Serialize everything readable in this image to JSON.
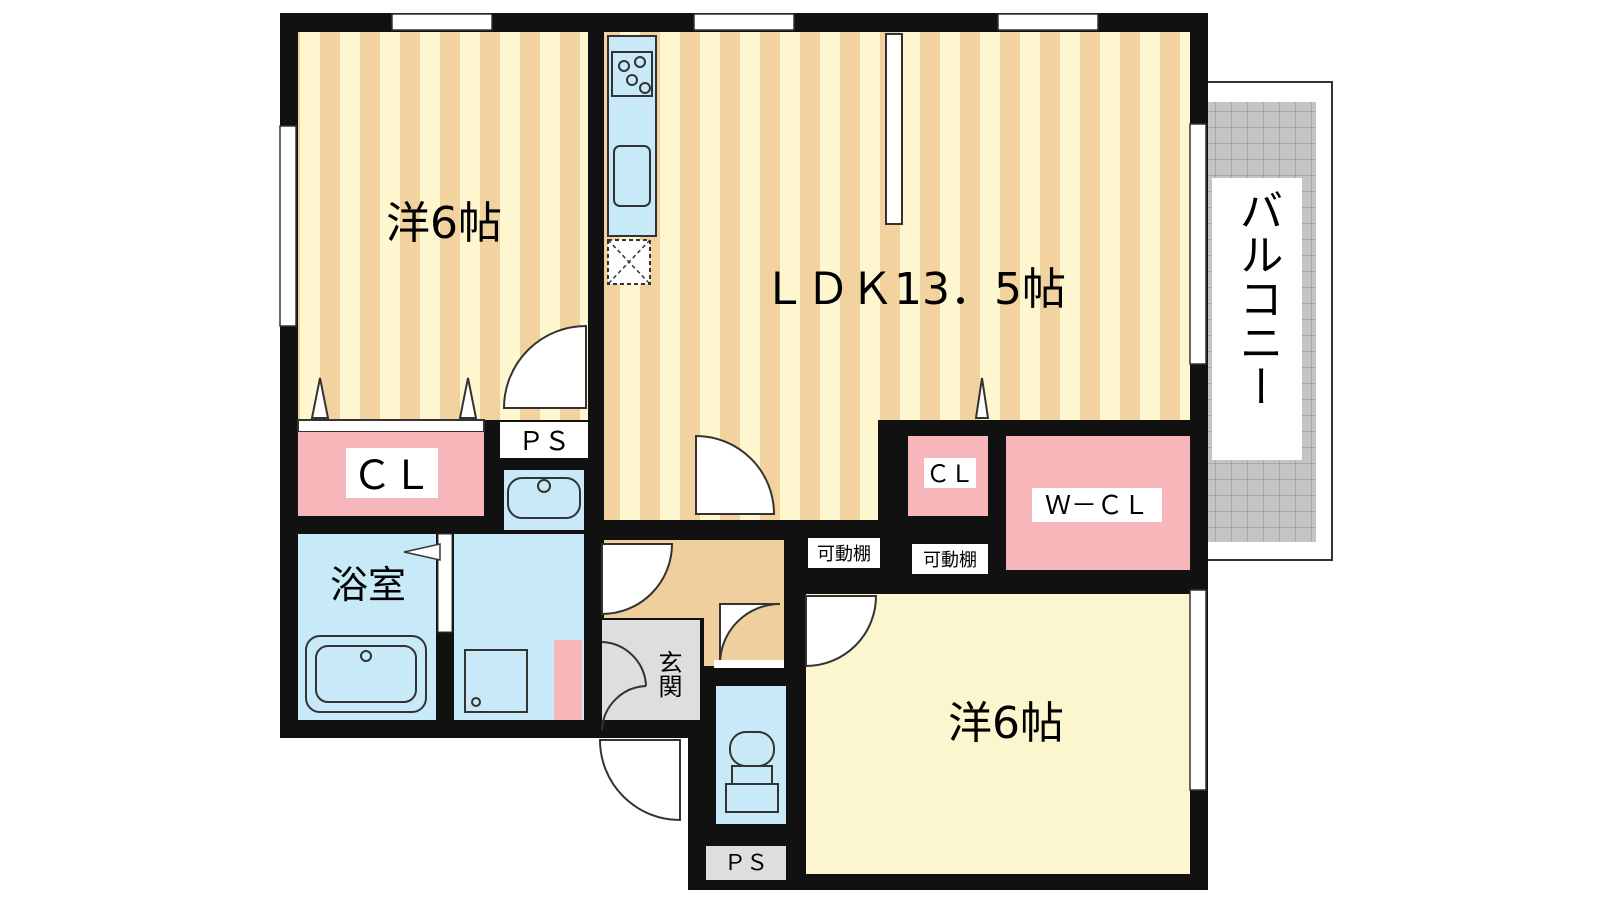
{
  "rooms": {
    "western_room_1": "洋6帖",
    "western_room_2": "洋6帖",
    "ldk": "ＬＤＫ13．5帖",
    "closet_1": "ＣＬ",
    "closet_2": "ＣＬ",
    "walk_in_closet": "Ｗ－ＣＬ",
    "bathroom": "浴室",
    "entrance": "玄関",
    "pipe_space_1": "ＰＳ",
    "pipe_space_2": "ＰＳ",
    "movable_shelf_1": "可動棚",
    "movable_shelf_2": "可動棚",
    "balcony": "バルコニー"
  },
  "colors": {
    "wall": "#111111",
    "wood_stripe": "#f2d3a0",
    "light_stripe": "#fdf6cf",
    "closet": "#f7b6b9",
    "water_area": "#c8eaf8",
    "hall": "#f0cf9f",
    "entrance_floor": "#dedede",
    "balcony_tile": "#bdbdbd",
    "western_floor_2": "#fcf6cf"
  }
}
